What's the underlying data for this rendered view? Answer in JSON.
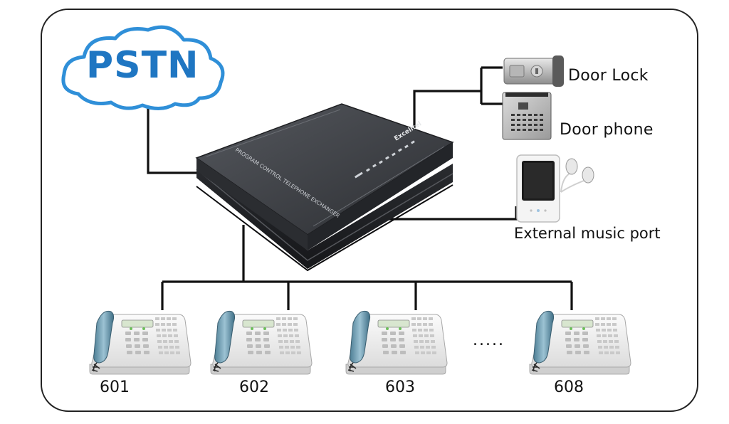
{
  "diagram": {
    "cloud_label": "PSTN",
    "devices": {
      "door_lock": "Door Lock",
      "door_phone": "Door phone",
      "music": "External music port"
    },
    "pbx_front_text": "PROGRAM CONTROL TELEPHONE EXCHANGER",
    "pbx_brand": "Excelltel",
    "extensions": [
      "601",
      "602",
      "603",
      "608"
    ],
    "ellipsis": "....."
  },
  "colors": {
    "cloud_stroke": "#2f8fd8",
    "cloud_text": "#1f76c2",
    "line": "#111111",
    "pbx_body": "#3a3d42",
    "frame": "#222222"
  }
}
